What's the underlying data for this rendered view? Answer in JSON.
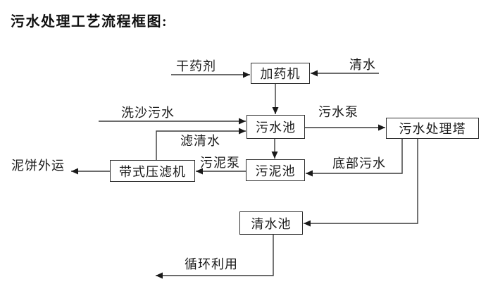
{
  "title": "污水处理工艺流程框图:",
  "diagram": {
    "line_color": "#3a3a3a",
    "nodes": {
      "dosing_machine": {
        "label": "加药机"
      },
      "sewage_pool": {
        "label": "污水池"
      },
      "treatment_tower": {
        "label": "污水处理塔"
      },
      "sludge_pool": {
        "label": "污泥池"
      },
      "belt_filter_press": {
        "label": "带式压滤机"
      },
      "clean_water_pool": {
        "label": "清水池"
      }
    },
    "edge_labels": {
      "dry_chemical": "干药剂",
      "clean_water_in": "清水",
      "sand_washing_sewage": "洗沙污水",
      "sewage_pump": "污水泵",
      "filtered_water": "滤清水",
      "bottom_sewage": "底部污水",
      "sludge_pump": "污泥泵",
      "mud_cake_out": "泥饼外运",
      "recycle": "循环利用"
    }
  }
}
